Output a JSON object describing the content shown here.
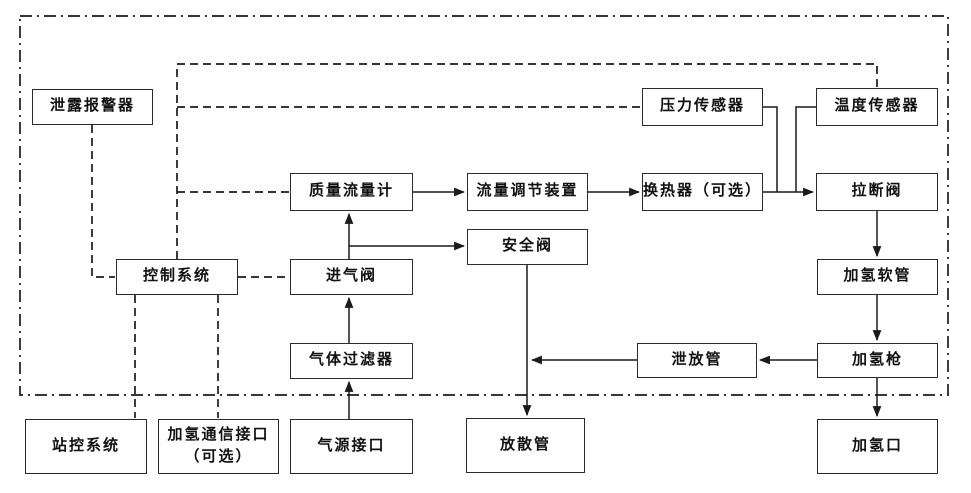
{
  "diagram": {
    "nodes": {
      "leak_alarm": "泄露报警器",
      "pressure_sensor": "压力传感器",
      "temperature_sensor": "温度传感器",
      "mass_flow_meter": "质量流量计",
      "flow_regulator": "流量调节装置",
      "heat_exchanger": "换热器（可选）",
      "breakaway_valve": "拉断阀",
      "safety_valve": "安全阀",
      "control_system": "控制系统",
      "intake_valve": "进气阀",
      "hydrogen_hose": "加氢软管",
      "gas_filter": "气体过滤器",
      "relief_pipe": "泄放管",
      "hydrogen_gun": "加氢枪",
      "station_control_system": "站控系统",
      "comm_interface_line1": "加氢通信接口",
      "comm_interface_line2": "（可选）",
      "gas_source_port": "气源接口",
      "vent_stack": "放散管",
      "hydrogen_port": "加氢口"
    },
    "edges": {
      "flow_solid": [
        "gas_source_port -> gas_filter",
        "gas_filter -> intake_valve",
        "intake_valve -> mass_flow_meter",
        "intake_valve_riser -> safety_valve",
        "mass_flow_meter -> flow_regulator",
        "flow_regulator -> heat_exchanger",
        "heat_exchanger -> breakaway_valve",
        "pressure_sensor -> pipe_tap",
        "temperature_sensor -> pipe_tap",
        "breakaway_valve -> hydrogen_hose",
        "hydrogen_hose -> hydrogen_gun",
        "hydrogen_gun -> hydrogen_port",
        "hydrogen_gun -> relief_pipe",
        "relief_pipe -> vent_line",
        "safety_valve -> vent_stack"
      ],
      "signal_dashed": [
        "control_system -> top_bus -> temperature_sensor",
        "control_system -> pressure_sensor",
        "control_system -> mass_flow_meter",
        "control_system -> intake_valve",
        "leak_alarm -> control_system",
        "control_system -> station_control_system",
        "control_system -> comm_interface"
      ],
      "boundary": "dash-dot enclosure around dispenser equipment"
    },
    "colors": {
      "line": "#1a1a1a",
      "box_border": "#2b2b2b",
      "background": "#ffffff",
      "text": "#111111"
    }
  }
}
